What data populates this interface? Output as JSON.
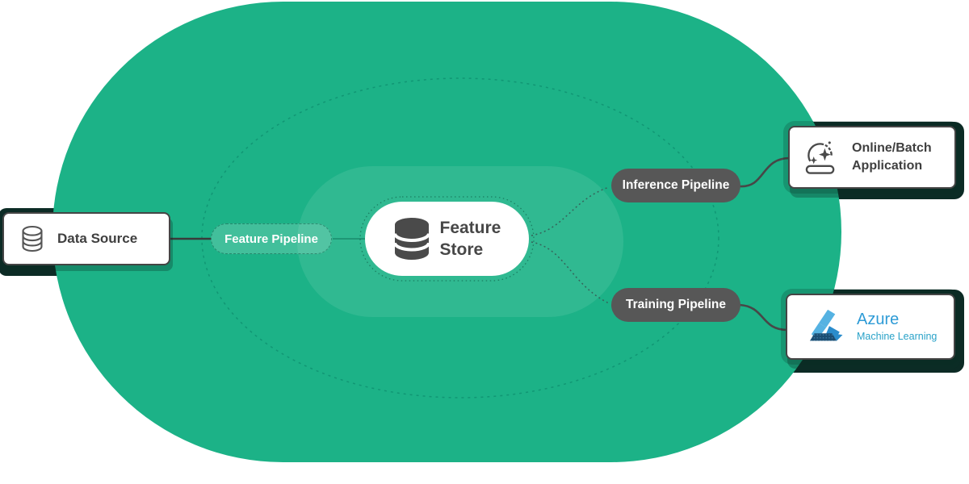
{
  "diagram": {
    "nodes": {
      "data_source": {
        "label": "Data Source",
        "icon": "database-outline-icon"
      },
      "feature_pipeline": {
        "label": "Feature Pipeline"
      },
      "feature_store": {
        "label": "Feature Store",
        "icon": "database-icon"
      },
      "inference_pipeline": {
        "label": "Inference Pipeline"
      },
      "training_pipeline": {
        "label": "Training Pipeline"
      },
      "online_batch_application": {
        "label": "Online/Batch Application",
        "icon": "crystal-ball-icon"
      },
      "azure_ml": {
        "label": "Azure",
        "sublabel": "Machine Learning",
        "icon": "azure-ml-logo"
      }
    },
    "connections": [
      "data_source -> feature_pipeline",
      "feature_pipeline -> feature_store",
      "feature_store -> inference_pipeline",
      "feature_store -> training_pipeline",
      "inference_pipeline -> online_batch_application",
      "training_pipeline -> azure_ml"
    ],
    "colors": {
      "blob_green": "#1cb287",
      "inner_zone_green": "#2dbb93",
      "dark_pill": "#575757",
      "hard_shadow": "#0c2b25",
      "box_border": "#454545",
      "text_dark": "#3f3f3f",
      "azure_blue": "#2e9bd6",
      "azure_teal": "#29a2c8"
    }
  }
}
